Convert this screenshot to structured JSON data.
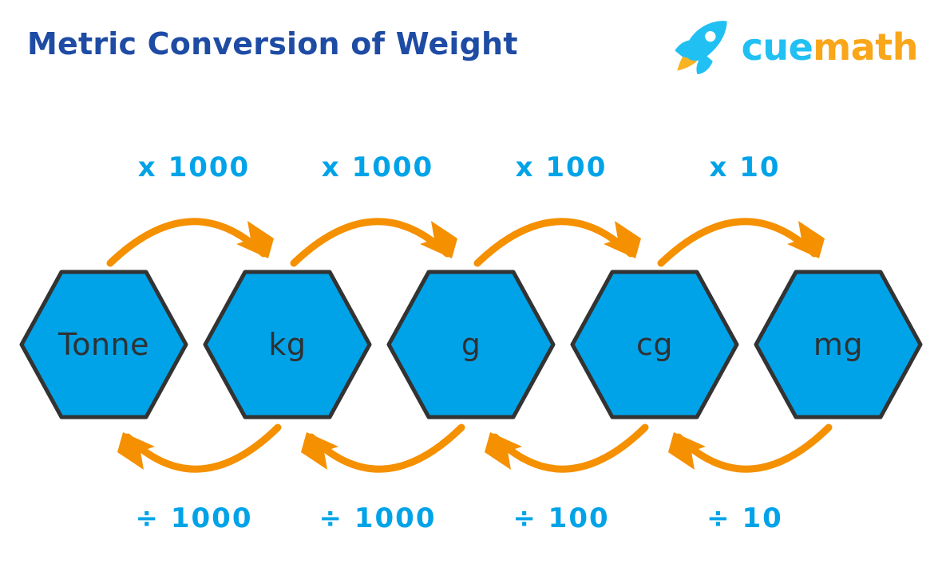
{
  "header": {
    "title": "Metric Conversion of Weight",
    "title_color": "#1E4BA4",
    "brand": {
      "name_part1": "cue",
      "name_part2": "math",
      "icon": "rocket-icon",
      "color_part1": "#20C0F3",
      "color_part2": "#F9A61A"
    }
  },
  "diagram": {
    "type": "conversion-chain",
    "unit_color": "#00A3E8",
    "unit_border_color": "#333333",
    "unit_text_color": "#2F3133",
    "arrow_color": "#F59000",
    "label_color": "#00A3E8",
    "units": [
      {
        "label": "Tonne"
      },
      {
        "label": "kg"
      },
      {
        "label": "g"
      },
      {
        "label": "cg"
      },
      {
        "label": "mg"
      }
    ],
    "multiply_labels": [
      {
        "text": "x 1000",
        "from": "Tonne",
        "to": "kg"
      },
      {
        "text": "x 1000",
        "from": "kg",
        "to": "g"
      },
      {
        "text": "x 100",
        "from": "g",
        "to": "cg"
      },
      {
        "text": "x 10",
        "from": "cg",
        "to": "mg"
      }
    ],
    "divide_labels": [
      {
        "text": "÷ 1000",
        "from": "kg",
        "to": "Tonne"
      },
      {
        "text": "÷ 1000",
        "from": "g",
        "to": "kg"
      },
      {
        "text": "÷ 100",
        "from": "cg",
        "to": "g"
      },
      {
        "text": "÷ 10",
        "from": "mg",
        "to": "cg"
      }
    ]
  }
}
